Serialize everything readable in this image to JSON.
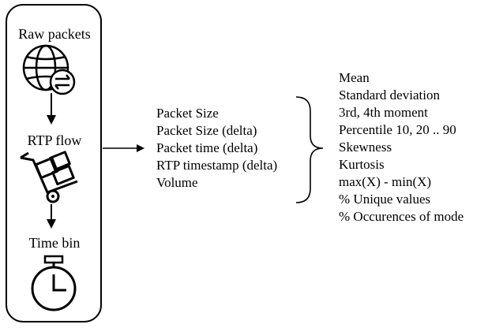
{
  "pipeline": {
    "stages": [
      {
        "label": "Raw packets",
        "icon": "globe-network-icon"
      },
      {
        "label": "RTP  flow",
        "icon": "hand-truck-icon"
      },
      {
        "label": "Time bin",
        "icon": "stopwatch-icon"
      }
    ]
  },
  "features": [
    "Packet Size",
    "Packet Size (delta)",
    "Packet time (delta)",
    "RTP timestamp (delta)",
    "Volume"
  ],
  "statistics": [
    "Mean",
    "Standard deviation",
    "3rd, 4th moment",
    "Percentile 10, 20 .. 90",
    "Skewness",
    "Kurtosis",
    "max(X) - min(X)",
    "% Unique values",
    "% Occurences of mode"
  ]
}
